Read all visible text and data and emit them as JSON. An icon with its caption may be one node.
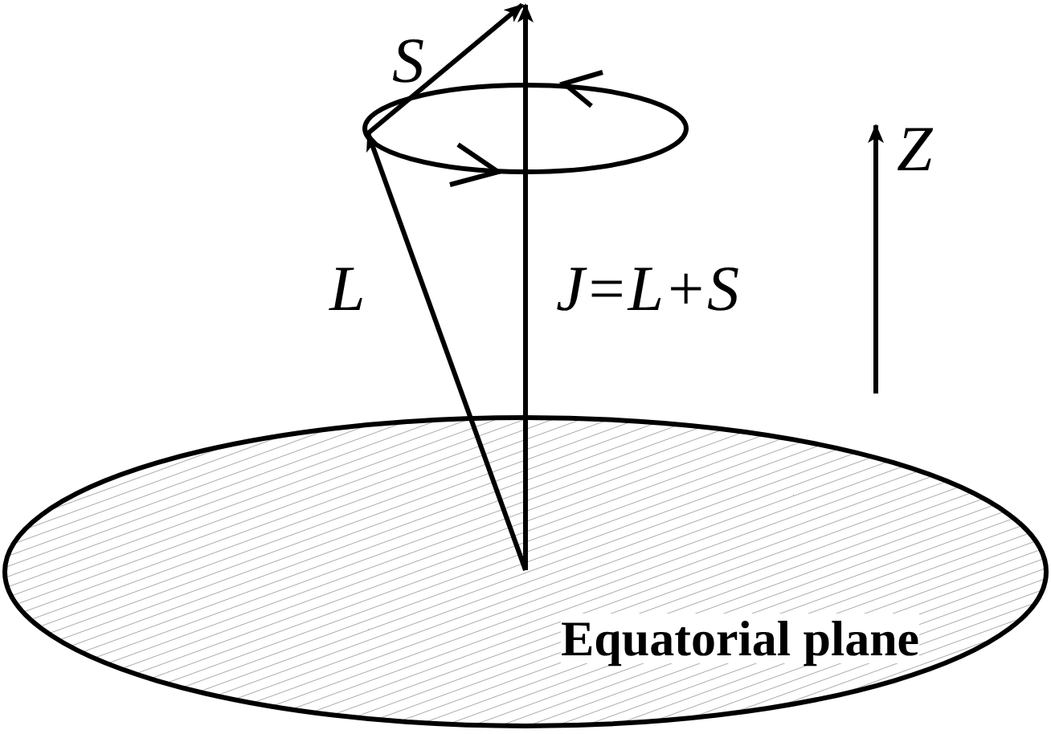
{
  "diagram": {
    "nodes": [
      {
        "text": [
          "Equatorial plane"
        ]
      }
    ],
    "labels": [
      "S",
      "Z",
      "L",
      "J=L+S"
    ]
  }
}
